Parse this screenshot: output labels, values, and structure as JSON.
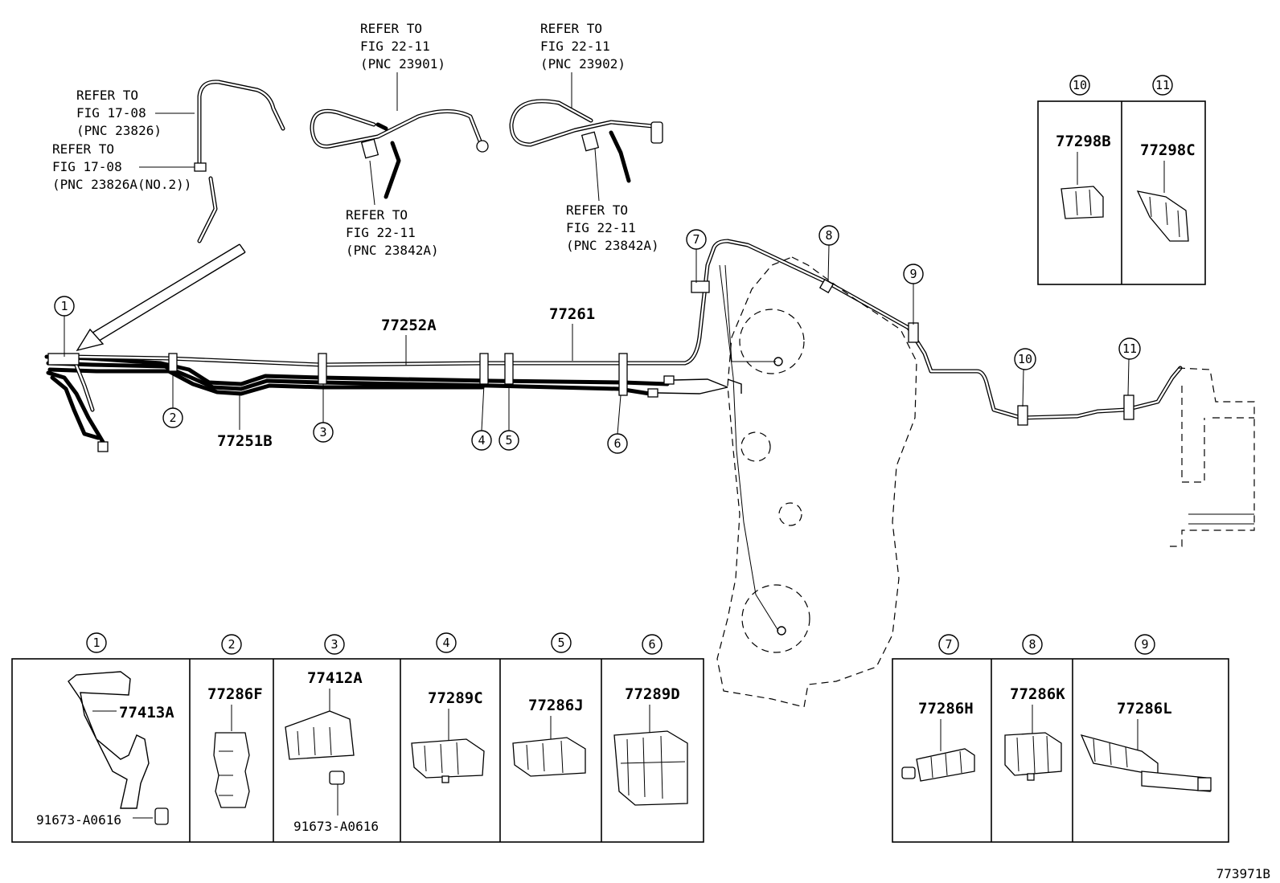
{
  "references": [
    {
      "lines": [
        "REFER TO",
        "FIG 17-08",
        "(PNC 23826)"
      ]
    },
    {
      "lines": [
        "REFER TO",
        "FIG 17-08",
        "(PNC 23826A(NO.2))"
      ]
    },
    {
      "lines": [
        "REFER TO",
        "FIG 22-11",
        "(PNC 23901)"
      ]
    },
    {
      "lines": [
        "REFER TO",
        "FIG 22-11",
        "(PNC 23902)"
      ]
    },
    {
      "lines": [
        "REFER TO",
        "FIG 22-11",
        "(PNC 23842A)"
      ]
    },
    {
      "lines": [
        "REFER TO",
        "FIG 22-11",
        "(PNC 23842A)"
      ]
    }
  ],
  "main_parts": {
    "tube_upper": "77252A",
    "tube_rear": "77261",
    "tube_lower": "77251B"
  },
  "callouts": [
    "1",
    "2",
    "3",
    "4",
    "5",
    "6",
    "7",
    "8",
    "9",
    "10",
    "11"
  ],
  "detail_boxes": {
    "box_a": {
      "cells": [
        {
          "num": "1",
          "part": "77413A",
          "bolt": "91673-A0616"
        },
        {
          "num": "2",
          "part": "77286F"
        },
        {
          "num": "3",
          "part": "77412A",
          "bolt": "91673-A0616"
        },
        {
          "num": "4",
          "part": "77289C"
        },
        {
          "num": "5",
          "part": "77286J"
        },
        {
          "num": "6",
          "part": "77289D"
        }
      ]
    },
    "box_b": {
      "cells": [
        {
          "num": "7",
          "part": "77286H"
        },
        {
          "num": "8",
          "part": "77286K"
        },
        {
          "num": "9",
          "part": "77286L"
        }
      ]
    },
    "box_c": {
      "cells": [
        {
          "num": "10",
          "part": "77298B"
        },
        {
          "num": "11",
          "part": "77298C"
        }
      ]
    }
  },
  "diagram_code": "773971B"
}
